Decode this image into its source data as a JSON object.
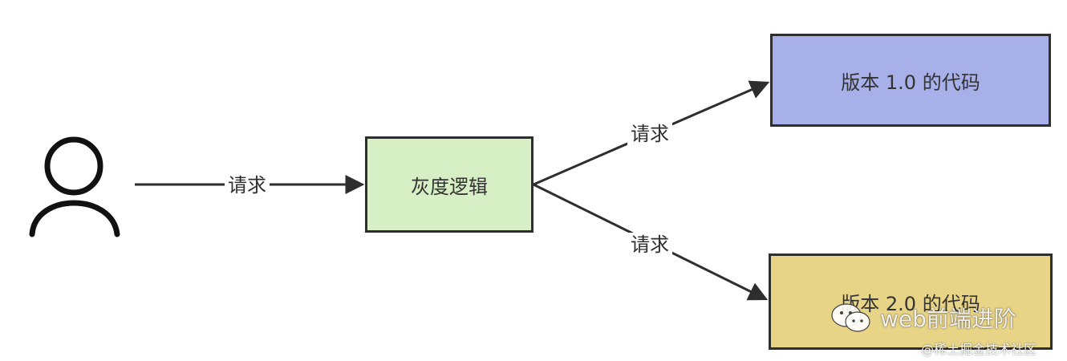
{
  "nodes": {
    "gray_logic": "灰度逻辑",
    "version_1": "版本 1.0 的代码",
    "version_2": "版本 2.0 的代码"
  },
  "edges": {
    "user_to_logic": "请求",
    "logic_to_v1": "请求",
    "logic_to_v2": "请求"
  },
  "watermark": {
    "account": "web前端进阶",
    "source": "@稀土掘金技术社区"
  },
  "colors": {
    "gray_logic_fill": "#d6efc4",
    "version_1_fill": "#a7b0e8",
    "version_2_fill": "#e8d487",
    "stroke": "#2e2e2e"
  },
  "icons": {
    "user": "user-icon",
    "watermark": "wechat-icon"
  }
}
